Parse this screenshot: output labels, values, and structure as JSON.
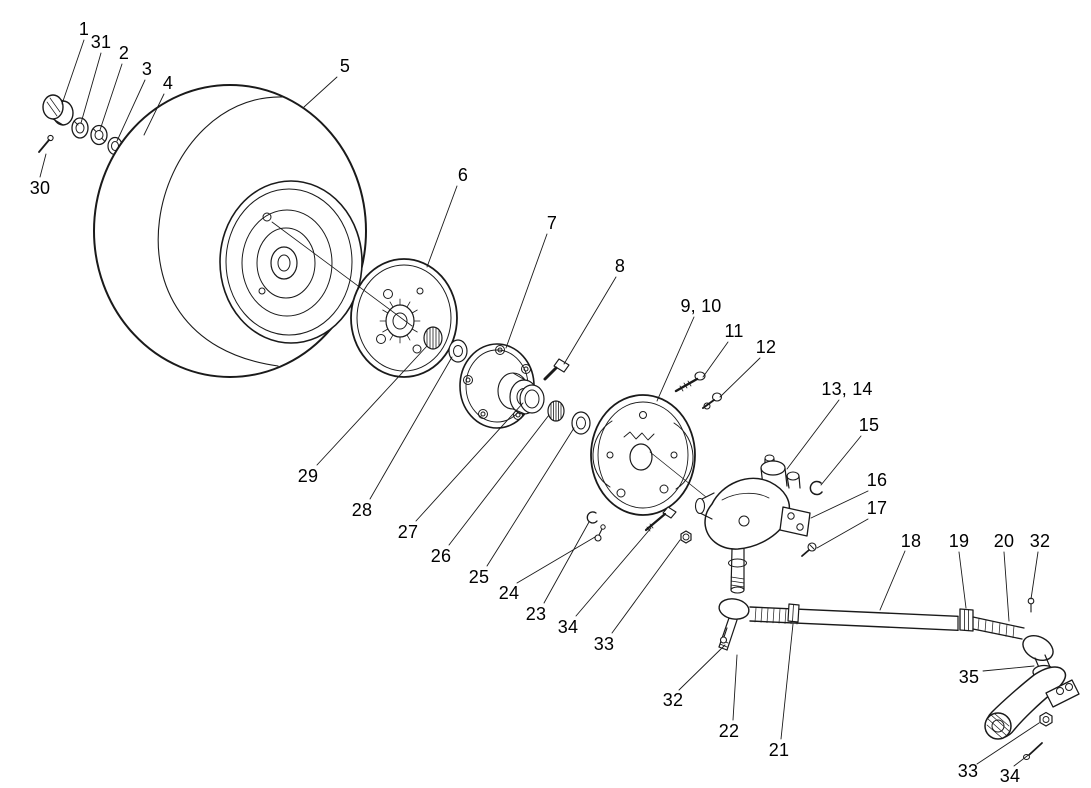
{
  "colors": {
    "line": "#1a1a1a",
    "background": "#ffffff"
  },
  "callouts": [
    "1",
    "31",
    "2",
    "3",
    "4",
    "5",
    "30",
    "6",
    "7",
    "8",
    "9, 10",
    "11",
    "12",
    "13, 14",
    "15",
    "16",
    "17",
    "18",
    "19",
    "20",
    "32",
    "29",
    "28",
    "27",
    "26",
    "25",
    "24",
    "23",
    "34",
    "33",
    "32",
    "22",
    "21",
    "35",
    "33",
    "34"
  ]
}
